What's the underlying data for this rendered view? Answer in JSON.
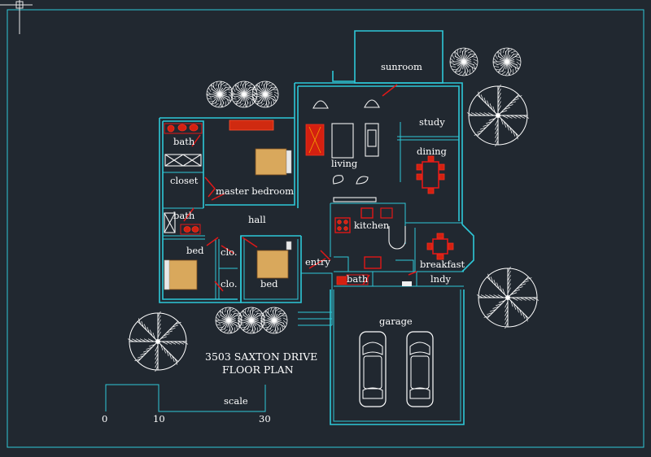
{
  "drawing": {
    "title_line1": "3503 SAXTON DRIVE",
    "title_line2": "FLOOR PLAN"
  },
  "rooms": {
    "sunroom": "sunroom",
    "study": "study",
    "dining": "dining",
    "living": "living",
    "bath_master": "bath",
    "closet": "closet",
    "master_bedroom": "master bedroom",
    "bath_hall": "bath",
    "hall": "hall",
    "bed_left": "bed",
    "closet_1": "clo.",
    "closet_2": "clo.",
    "bed_center": "bed",
    "entry": "entry",
    "kitchen": "kitchen",
    "breakfast": "breakfast",
    "bath_small": "bath",
    "laundry": "lndy",
    "garage": "garage"
  },
  "scale": {
    "label": "scale",
    "tick_0": "0",
    "tick_10": "10",
    "tick_30": "30"
  },
  "colors": {
    "background": "#212830",
    "walls": "#2ec8d8",
    "fixtures": "#e01818",
    "text": "#ffffff",
    "beds": "#d9a85c"
  }
}
